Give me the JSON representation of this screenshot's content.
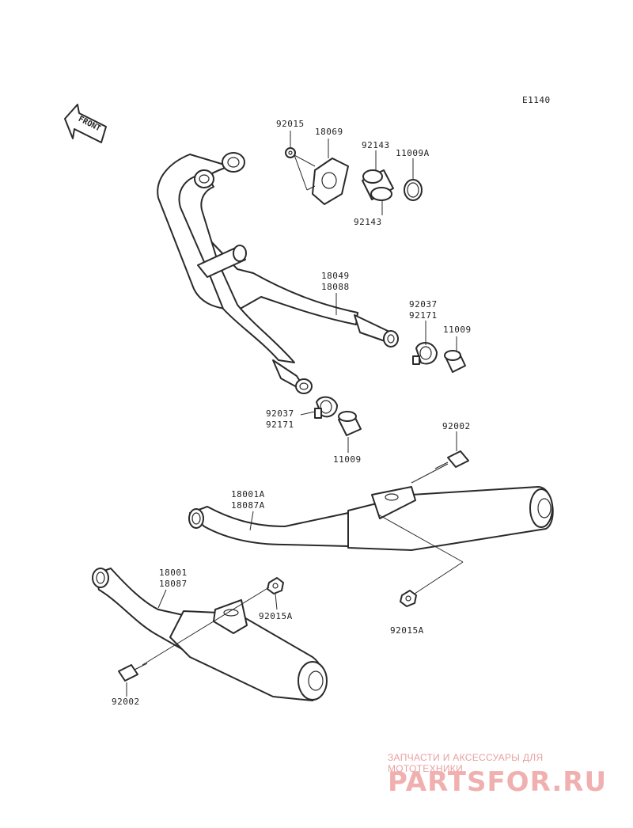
{
  "diagram": {
    "code": "E1140",
    "front_label": "FRONT",
    "parts": {
      "p92015_top": "92015",
      "p18069": "18069",
      "p92143_a": "92143",
      "p92143_b": "92143",
      "p11009A": "11009A",
      "p18049": "18049",
      "p18088": "18088",
      "p92037_r": "92037",
      "p92171_r": "92171",
      "p11009_r": "11009",
      "p92037_l": "92037",
      "p92171_l": "92171",
      "p11009_l": "11009",
      "p92002_r": "92002",
      "p18001A": "18001A",
      "p18087A": "18087A",
      "p92015A_r": "92015A",
      "p18001": "18001",
      "p18087": "18087",
      "p92015A_l": "92015A",
      "p92002_l": "92002"
    }
  },
  "watermark": {
    "tagline": "ЗАПЧАСТИ И АКСЕССУАРЫ ДЛЯ МОТОТЕХНИКИ",
    "site": "PARTSFOR.RU",
    "color": "#e89a9a"
  }
}
